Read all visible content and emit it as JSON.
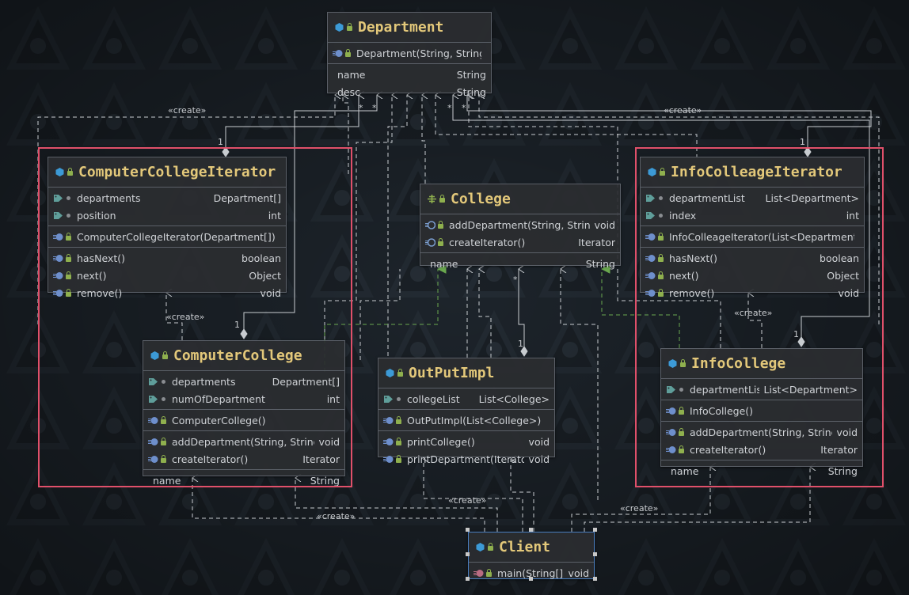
{
  "colors": {
    "accent": "#e3c87a",
    "selection": "#e0506a",
    "line": "#c8ccd0",
    "realize": "#6aa84f"
  },
  "classes": {
    "department": {
      "name": "Department",
      "sections": [
        [
          {
            "name": "Department(String, String)",
            "type": "",
            "icon": "constructor-icon"
          }
        ],
        [
          {
            "name": "name",
            "type": "String"
          },
          {
            "name": "desc",
            "type": "String"
          }
        ]
      ]
    },
    "computer_iter": {
      "name": "ComputerCollegeIterator",
      "sections": [
        [
          {
            "name": "departments",
            "type": "Department[]",
            "icon": "field-icon"
          },
          {
            "name": "position",
            "type": "int",
            "icon": "field-icon"
          }
        ],
        [
          {
            "name": "ComputerCollegeIterator(Department[])",
            "type": "",
            "icon": "constructor-icon"
          }
        ],
        [
          {
            "name": "hasNext()",
            "type": "boolean",
            "icon": "method-icon"
          },
          {
            "name": "next()",
            "type": "Object",
            "icon": "method-icon"
          },
          {
            "name": "remove()",
            "type": "void",
            "icon": "method-icon"
          }
        ]
      ]
    },
    "college": {
      "name": "College",
      "sections": [
        [
          {
            "name": "addDepartment(String, String)",
            "type": "void",
            "icon": "abstract-method-icon"
          },
          {
            "name": "createIterator()",
            "type": "Iterator",
            "icon": "abstract-method-icon"
          }
        ],
        [
          {
            "name": "name",
            "type": "String"
          }
        ]
      ]
    },
    "info_iter": {
      "name": "InfoColleageIterator",
      "sections": [
        [
          {
            "name": "departmentList",
            "type": "List<Department>",
            "icon": "field-icon"
          },
          {
            "name": "index",
            "type": "int",
            "icon": "field-icon"
          }
        ],
        [
          {
            "name": "InfoColleageIterator(List<Department>)",
            "type": "",
            "icon": "constructor-icon"
          }
        ],
        [
          {
            "name": "hasNext()",
            "type": "boolean",
            "icon": "method-icon"
          },
          {
            "name": "next()",
            "type": "Object",
            "icon": "method-icon"
          },
          {
            "name": "remove()",
            "type": "void",
            "icon": "method-icon"
          }
        ]
      ]
    },
    "computer_college": {
      "name": "ComputerCollege",
      "sections": [
        [
          {
            "name": "departments",
            "type": "Department[]",
            "icon": "field-icon"
          },
          {
            "name": "numOfDepartment",
            "type": "int",
            "icon": "field-icon"
          }
        ],
        [
          {
            "name": "ComputerCollege()",
            "type": "",
            "icon": "constructor-icon"
          }
        ],
        [
          {
            "name": "addDepartment(String, String)",
            "type": "void",
            "icon": "method-icon"
          },
          {
            "name": "createIterator()",
            "type": "Iterator",
            "icon": "method-icon"
          }
        ],
        [
          {
            "name": "name",
            "type": "String"
          }
        ]
      ]
    },
    "output_impl": {
      "name": "OutPutImpl",
      "sections": [
        [
          {
            "name": "collegeList",
            "type": "List<College>",
            "icon": "field-icon"
          }
        ],
        [
          {
            "name": "OutPutImpl(List<College>)",
            "type": "",
            "icon": "constructor-icon"
          }
        ],
        [
          {
            "name": "printCollege()",
            "type": "void",
            "icon": "method-icon"
          },
          {
            "name": "printDepartment(Iterator)",
            "type": "void",
            "icon": "method-icon"
          }
        ]
      ]
    },
    "info_college": {
      "name": "InfoCollege",
      "sections": [
        [
          {
            "name": "departmentList",
            "type": "List<Department>",
            "icon": "field-icon"
          }
        ],
        [
          {
            "name": "InfoCollege()",
            "type": "",
            "icon": "constructor-icon"
          }
        ],
        [
          {
            "name": "addDepartment(String, String)",
            "type": "void",
            "icon": "method-icon"
          },
          {
            "name": "createIterator()",
            "type": "Iterator",
            "icon": "method-icon"
          }
        ],
        [
          {
            "name": "name",
            "type": "String"
          }
        ]
      ]
    },
    "client": {
      "name": "Client",
      "sections": [
        [
          {
            "name": "main(String[])",
            "type": "void",
            "icon": "static-method-icon"
          }
        ]
      ]
    }
  },
  "labels": {
    "create": "«create»",
    "many": "*",
    "one": "1"
  }
}
